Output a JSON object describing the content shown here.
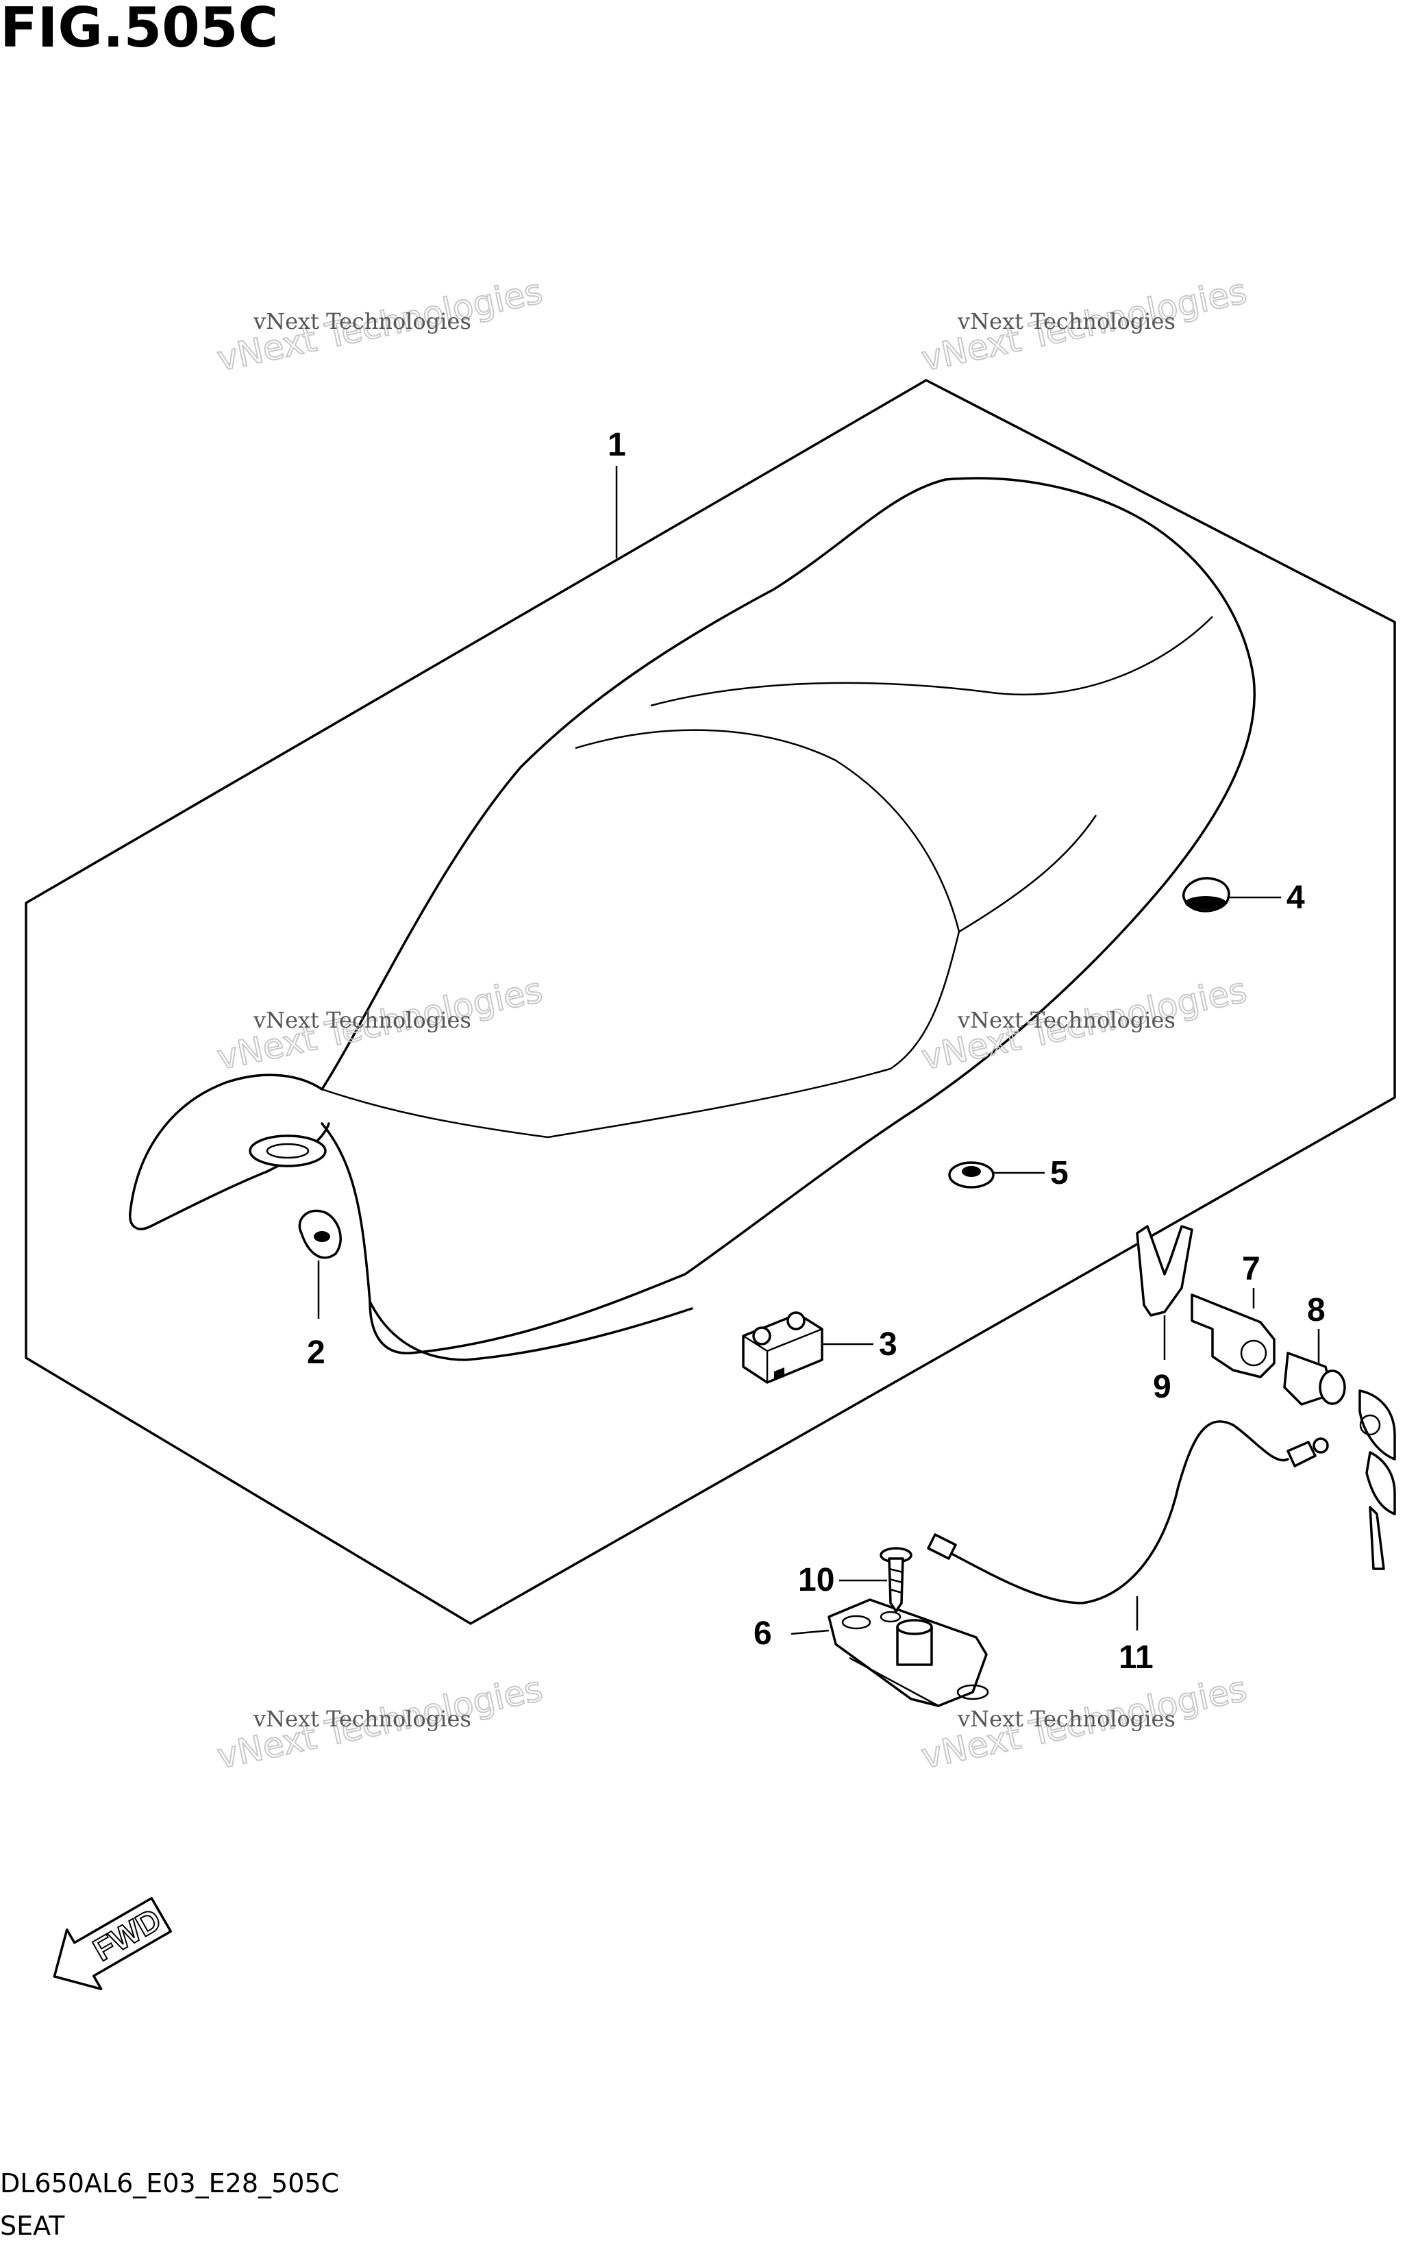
{
  "figure": {
    "title": "FIG.505C",
    "code": "DL650AL6_E03_E28_505C",
    "name": "SEAT"
  },
  "direction_marker": {
    "label": "FWD",
    "icon": "fwd-arrow-icon"
  },
  "watermark": {
    "line1": "vNext Technologies",
    "line2": "vNext Technologies"
  },
  "callouts": [
    "1",
    "2",
    "3",
    "4",
    "5",
    "6",
    "7",
    "8",
    "9",
    "10",
    "11"
  ],
  "colors": {
    "line": "#000000",
    "background": "#ffffff"
  }
}
